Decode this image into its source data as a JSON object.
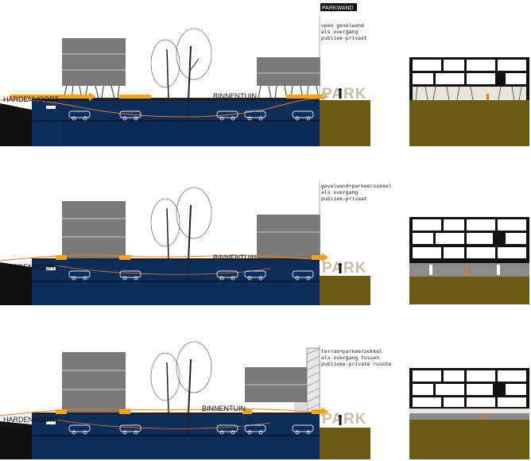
{
  "panels": [
    {
      "id": "panel-1",
      "tag": "PARKWAND",
      "note_lines": [
        "open gevelwand",
        "als overgang",
        "publiek-privaat"
      ],
      "labels": {
        "left": "HARDENVOORT",
        "center": "BINNENTUIN",
        "park": "PARK"
      }
    },
    {
      "id": "panel-2",
      "tag": "",
      "note_lines": [
        "gevelwand+parkeersokkel",
        "als overgang",
        "publiek-privaat"
      ],
      "labels": {
        "left": "HARDENVOORT",
        "center": "BINNENTUIN",
        "park": "PARK"
      }
    },
    {
      "id": "panel-3",
      "tag": "",
      "note_lines": [
        "terras+parkeersokkel",
        "als overgang tussen",
        "publieke-private ruimte"
      ],
      "labels": {
        "left": "HARDENVOORT",
        "center": "BINNENTUIN",
        "park": "PARK"
      }
    }
  ],
  "colors": {
    "garage": "#0d2d5a",
    "garage_dark": "#07162e",
    "building": "#7a7a7a",
    "building_line": "#c8c8c8",
    "ground": "#6b5a14",
    "arrow": "#f4a21c",
    "route_line": "#e07a2a",
    "park_text": "#c9bda3",
    "earth": "#111111"
  },
  "icons": [
    "car-icon",
    "tree-icon",
    "person-icon",
    "arrow-icon"
  ]
}
